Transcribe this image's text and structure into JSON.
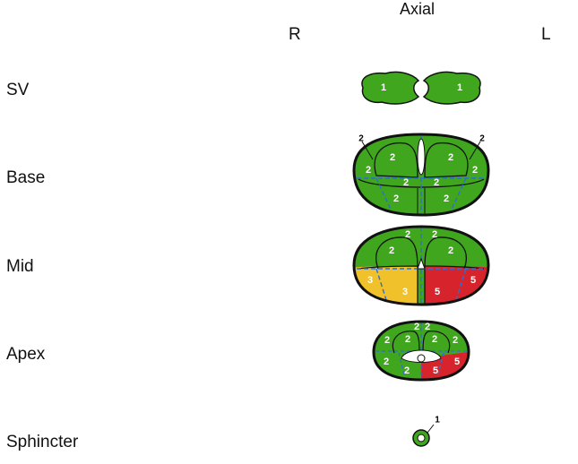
{
  "header": {
    "axial_label": "Axial",
    "right_label": "R",
    "left_label": "L"
  },
  "rows": [
    {
      "label": "SV"
    },
    {
      "label": "Base"
    },
    {
      "label": "Mid"
    },
    {
      "label": "Apex"
    },
    {
      "label": "Sphincter"
    }
  ],
  "colors": {
    "green": "#3fa61e",
    "yellow": "#f0c12a",
    "red": "#d7242c",
    "outline": "#111111",
    "dash": "#2a6fd6"
  },
  "sv": {
    "left_score": "1",
    "right_score": "1"
  },
  "base": {
    "outer_right_score": "2",
    "outer_left_score": "2",
    "scores": [
      "2",
      "2",
      "2",
      "2",
      "2",
      "2",
      "2",
      "2"
    ]
  },
  "mid": {
    "top_scores": [
      "2",
      "2"
    ],
    "upper_scores": [
      "2",
      "2"
    ],
    "low_left_outer": "3",
    "low_left_inner": "3",
    "low_right_inner": "5",
    "low_right_outer": "5"
  },
  "apex": {
    "top_scores": [
      "2",
      "2"
    ],
    "upper_scores": [
      "2",
      "2",
      "2",
      "2"
    ],
    "lower_left_scores": [
      "2",
      "2"
    ],
    "lower_right_scores": [
      "5",
      "5"
    ]
  },
  "sphincter": {
    "score": "1"
  }
}
